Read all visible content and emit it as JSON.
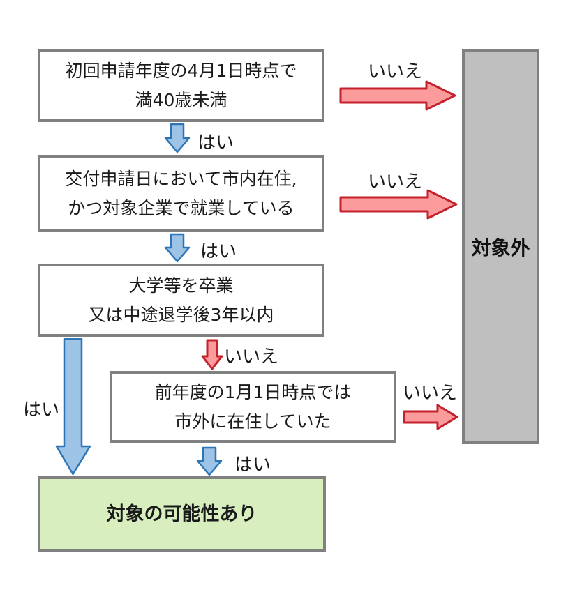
{
  "diagram": {
    "boxes": {
      "q1": {
        "line1": "初回申請年度の4月1日時点で",
        "line2": "満40歳未満"
      },
      "q2": {
        "line1": "交付申請日において市内在住,",
        "line2": "かつ対象企業で就業している"
      },
      "q3": {
        "line1": "大学等を卒業",
        "line2": "又は中途退学後3年以内"
      },
      "q4": {
        "line1": "前年度の1月1日時点では",
        "line2": "市外に在住していた"
      },
      "eligible": "対象の可能性あり",
      "excluded": "対象外"
    },
    "labels": {
      "yes": "はい",
      "no": "いいえ"
    }
  },
  "colors": {
    "box_border": "#808080",
    "yes_arrow_fill": "#9DC3E6",
    "yes_arrow_border": "#2E75B6",
    "no_arrow_fill": "#FC9B9B",
    "no_arrow_border": "#C3222C",
    "eligible_fill": "#D8EEBF",
    "excluded_fill": "#BFBFBF"
  }
}
